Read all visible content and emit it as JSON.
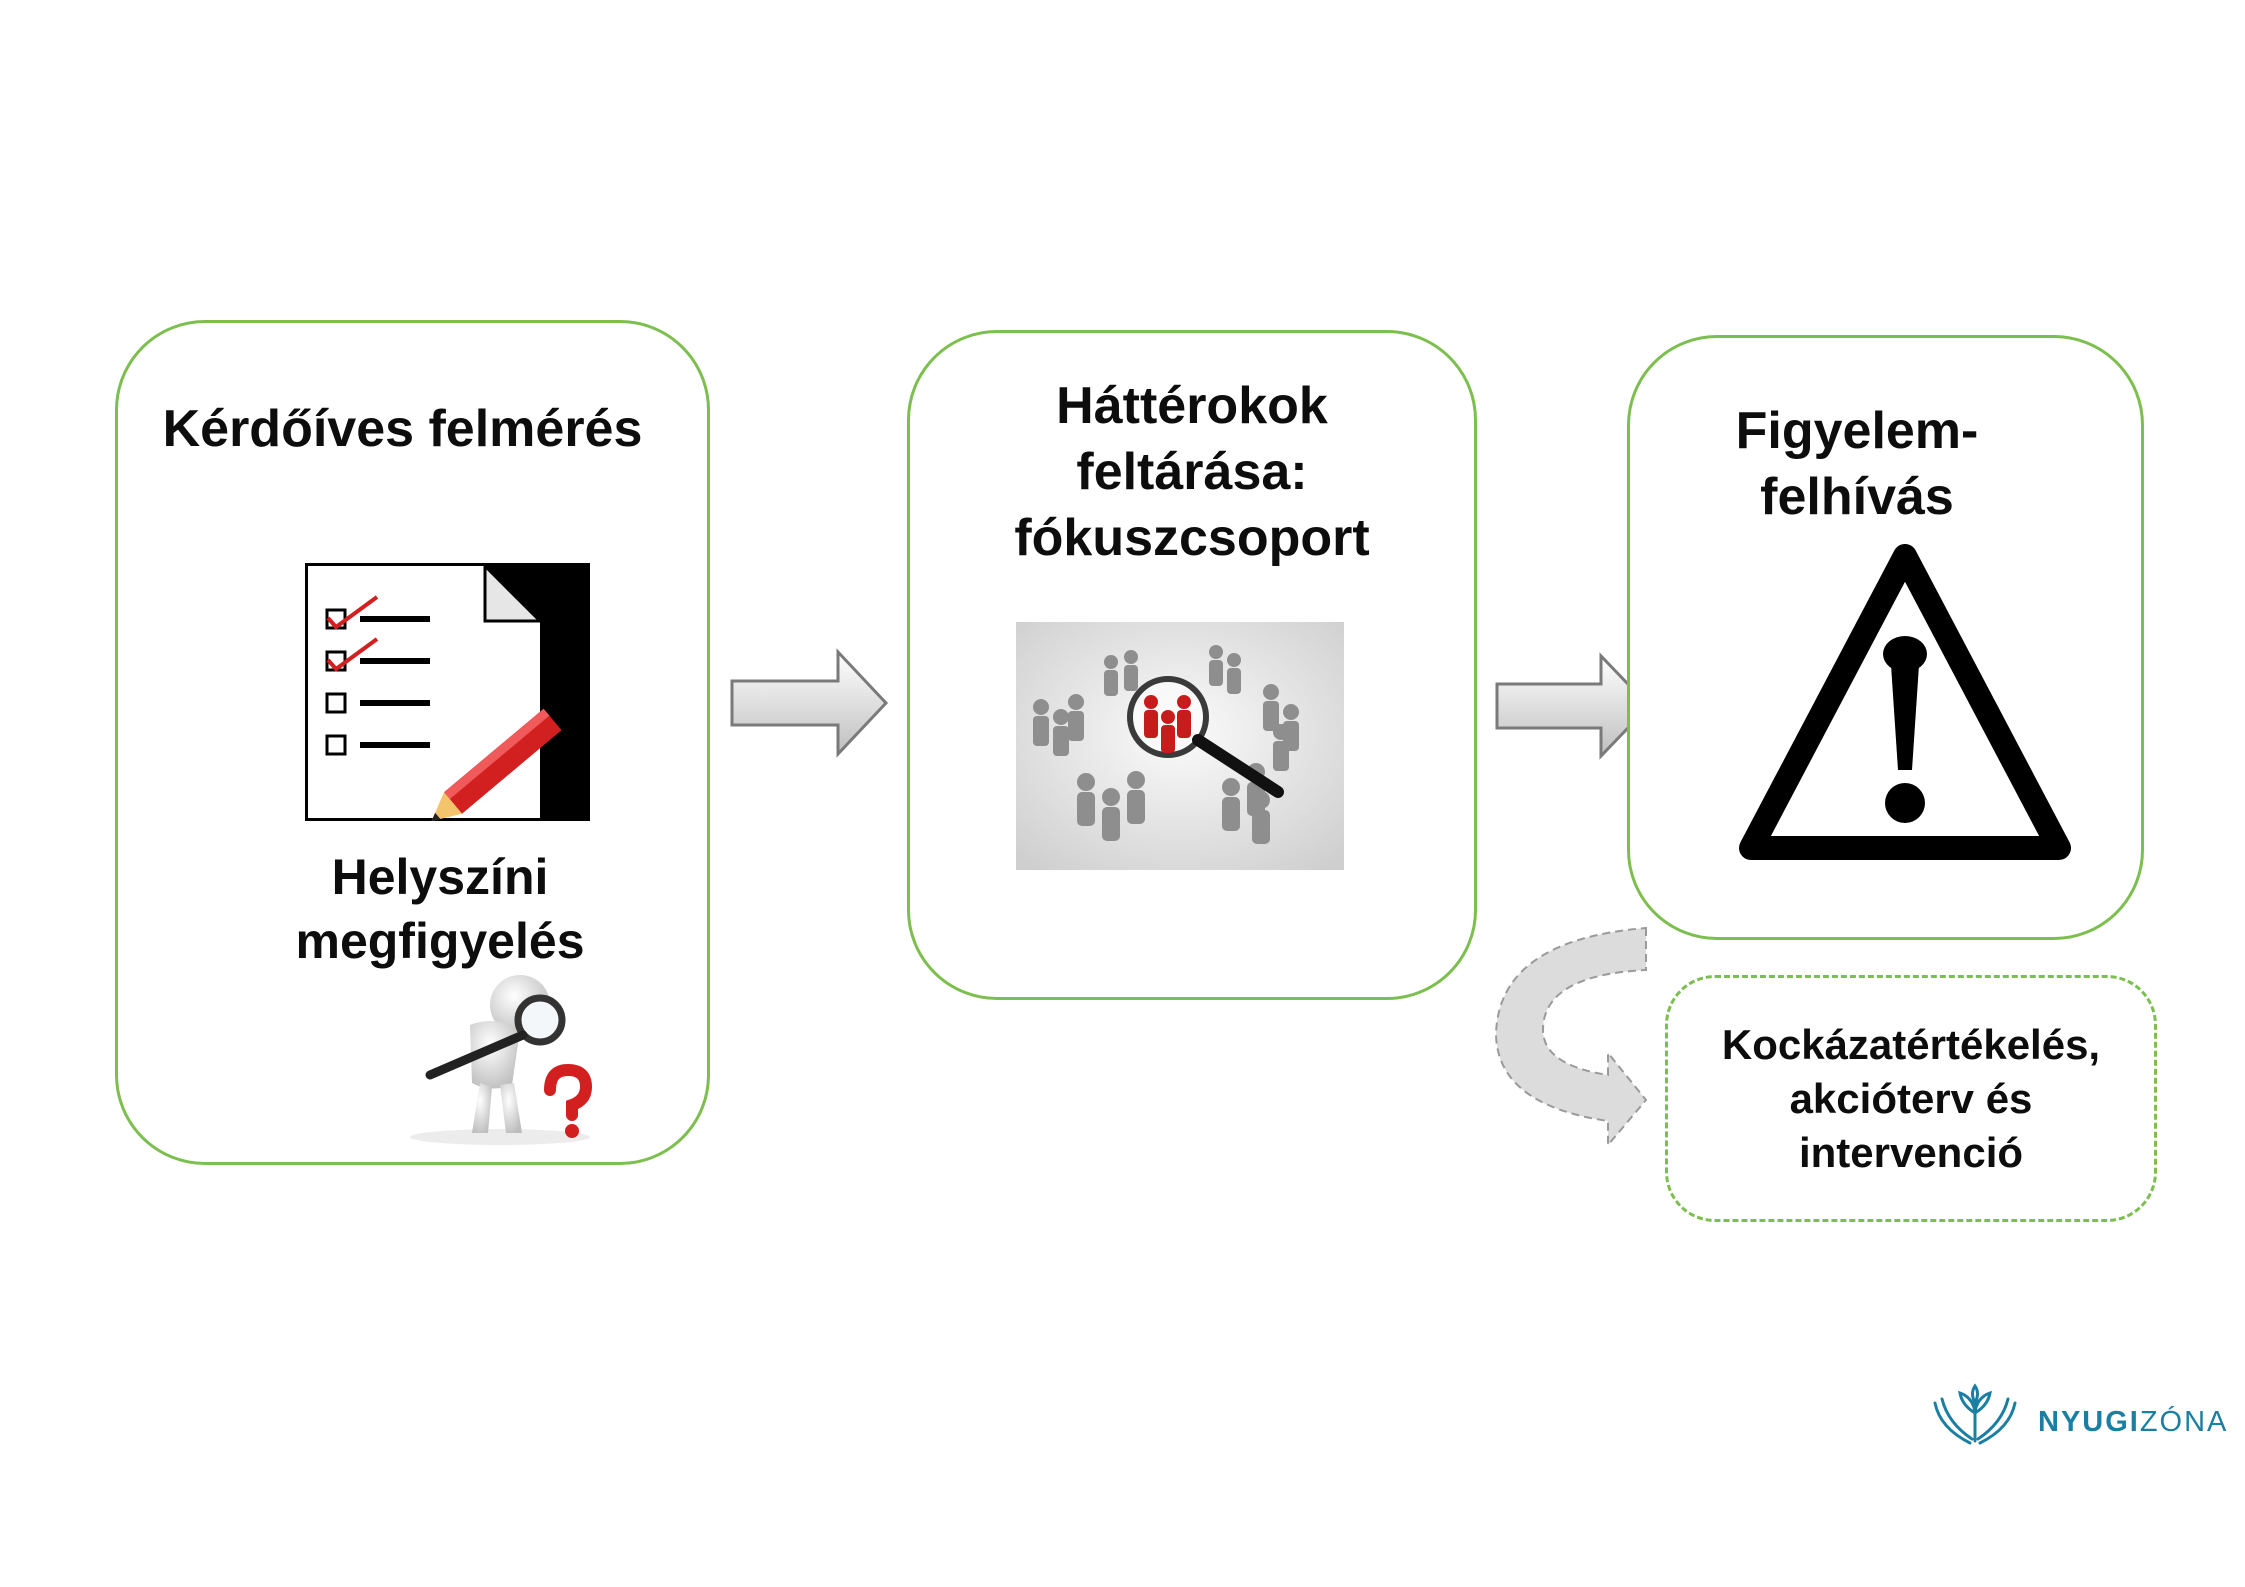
{
  "boxes": {
    "survey": {
      "title": "Kérdőíves felmérés",
      "subtitle": "Helyszíni\nmegfigyelés"
    },
    "focus": {
      "title": "Háttérokok\nfeltárása:\nfókuszcsoport"
    },
    "alert": {
      "title": "Figyelem-\nfelhívás"
    },
    "risk": {
      "title": "Kockázatértékelés,\nakcióterv és\nintervenció"
    }
  },
  "logo": {
    "bold": "NYUGI",
    "light": "ZÓNA",
    "color": "#1b7fa3"
  },
  "colors": {
    "border": "#7cbf4e",
    "arrow": "#d9d9d9",
    "accent_red": "#d21f1f"
  }
}
